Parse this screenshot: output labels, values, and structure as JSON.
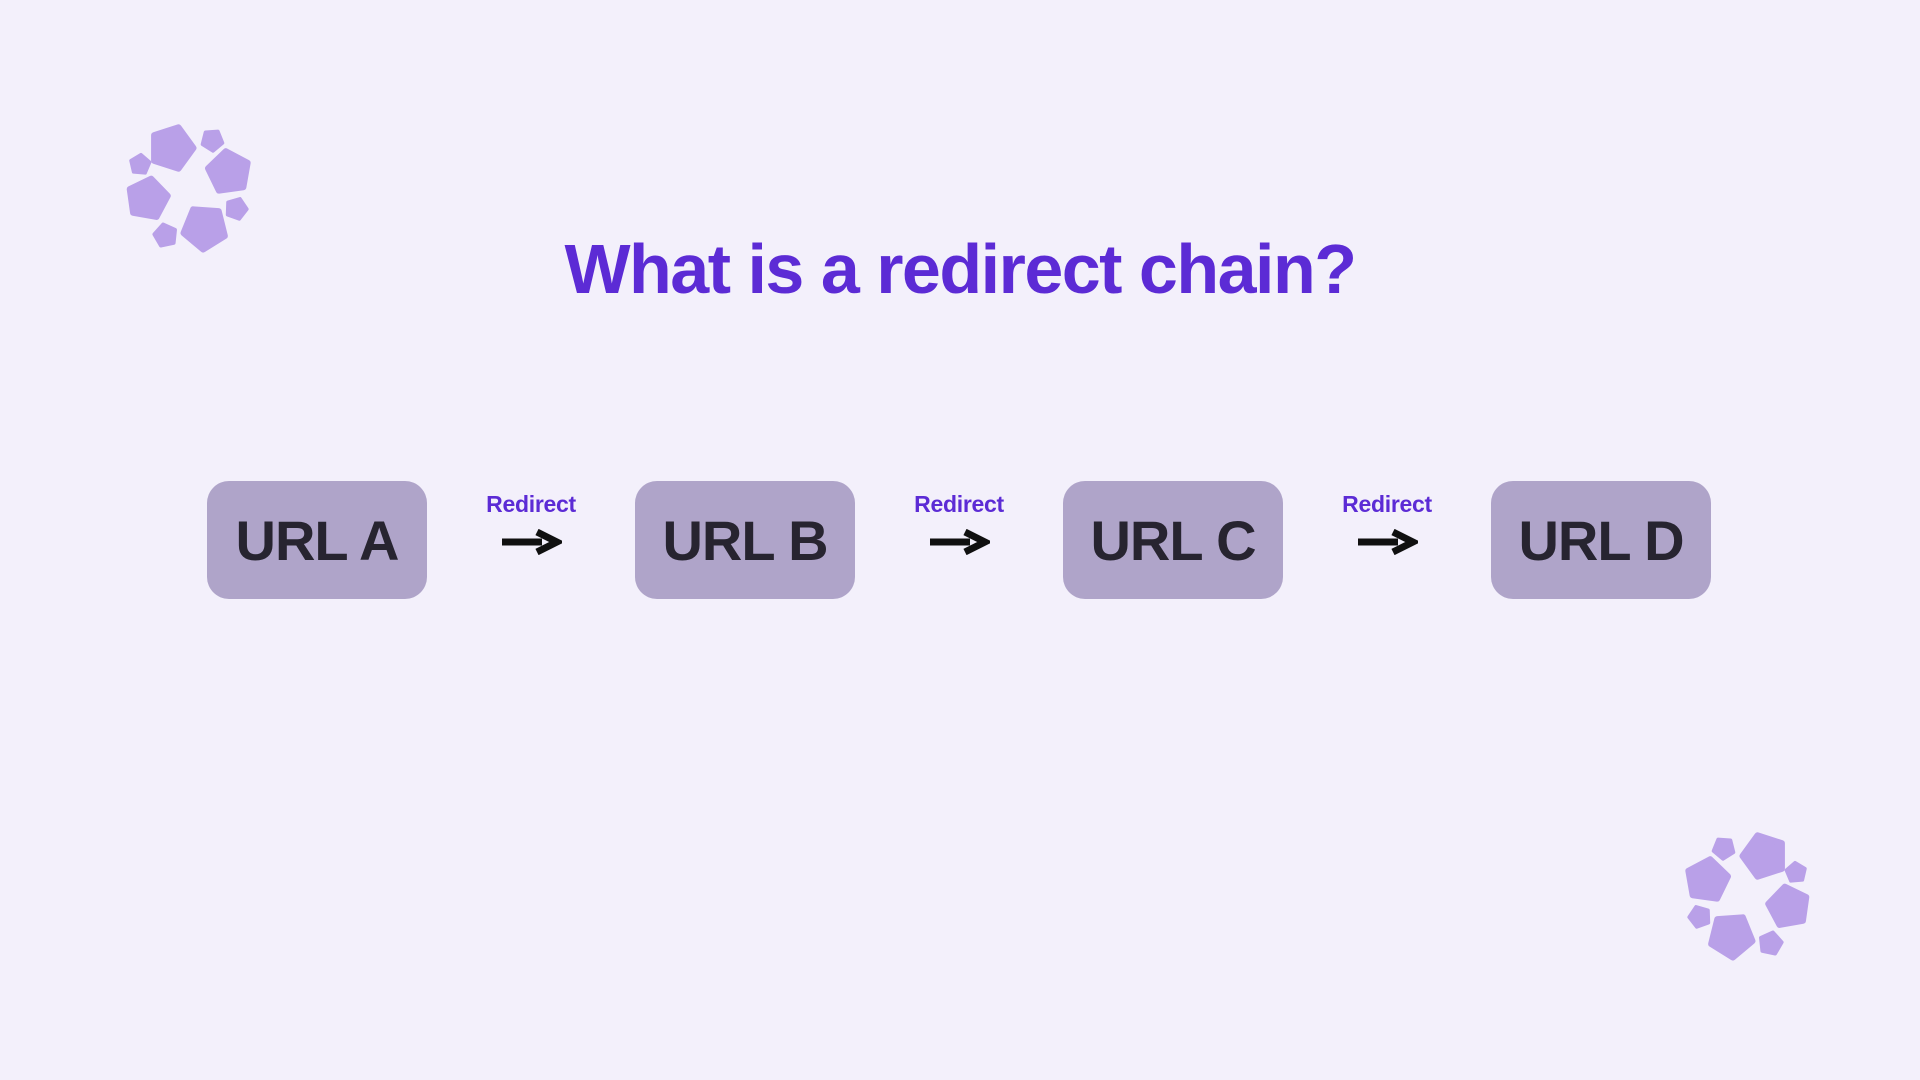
{
  "page": {
    "title": "What is a redirect chain?"
  },
  "chain": {
    "boxes": [
      {
        "label": "URL A"
      },
      {
        "label": "URL B"
      },
      {
        "label": "URL C"
      },
      {
        "label": "URL D"
      }
    ],
    "connectors": [
      {
        "label": "Redirect"
      },
      {
        "label": "Redirect"
      },
      {
        "label": "Redirect"
      }
    ]
  },
  "icons": {
    "top_left": "pentagon-cluster-logo",
    "bottom_right": "pentagon-cluster-logo",
    "connector_arrow": "right-arrow-icon"
  },
  "colors": {
    "background": "#F3F0FB",
    "title_text": "#5C2BD5",
    "box_fill": "#AFA4C9",
    "box_text": "#272430",
    "redirect_label": "#5C2BD5",
    "arrow": "#101010",
    "logo_pentagons": "#B9A0E8"
  }
}
